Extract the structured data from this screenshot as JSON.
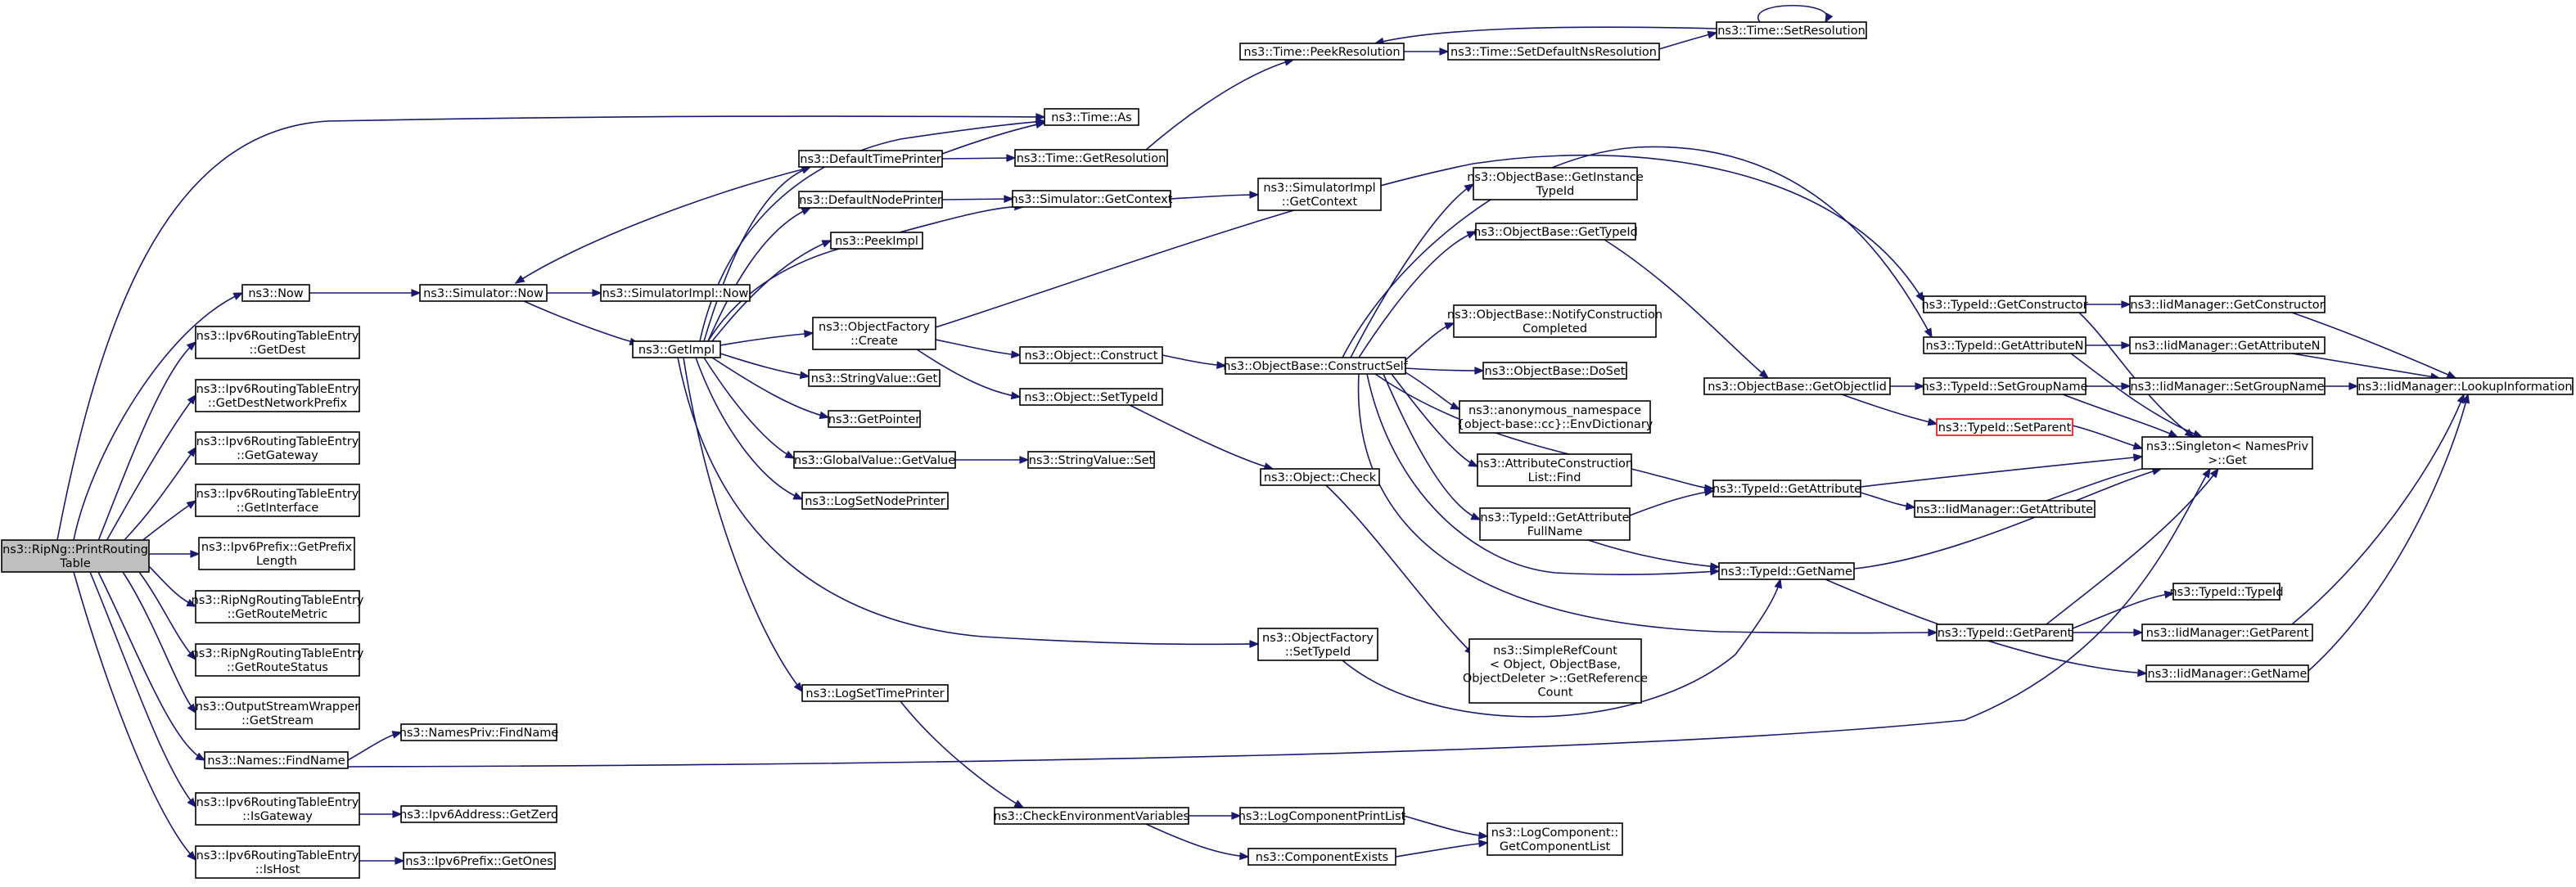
{
  "graph": {
    "nodes": [
      {
        "id": "root",
        "lines": [
          "ns3::RipNg::PrintRouting",
          "Table"
        ],
        "root": true
      },
      {
        "id": "now",
        "lines": [
          "ns3::Now"
        ]
      },
      {
        "id": "dest",
        "lines": [
          "ns3::Ipv6RoutingTableEntry",
          "::GetDest"
        ]
      },
      {
        "id": "destnp",
        "lines": [
          "ns3::Ipv6RoutingTableEntry",
          "::GetDestNetworkPrefix"
        ]
      },
      {
        "id": "gw",
        "lines": [
          "ns3::Ipv6RoutingTableEntry",
          "::GetGateway"
        ]
      },
      {
        "id": "iface",
        "lines": [
          "ns3::Ipv6RoutingTableEntry",
          "::GetInterface"
        ]
      },
      {
        "id": "pfxlen",
        "lines": [
          "ns3::Ipv6Prefix::GetPrefix",
          "Length"
        ]
      },
      {
        "id": "metric",
        "lines": [
          "ns3::RipNgRoutingTableEntry",
          "::GetRouteMetric"
        ]
      },
      {
        "id": "status",
        "lines": [
          "ns3::RipNgRoutingTableEntry",
          "::GetRouteStatus"
        ]
      },
      {
        "id": "osw",
        "lines": [
          "ns3::OutputStreamWrapper",
          "::GetStream"
        ]
      },
      {
        "id": "findname",
        "lines": [
          "ns3::Names::FindName"
        ]
      },
      {
        "id": "isgw",
        "lines": [
          "ns3::Ipv6RoutingTableEntry",
          "::IsGateway"
        ]
      },
      {
        "id": "ishost",
        "lines": [
          "ns3::Ipv6RoutingTableEntry",
          "::IsHost"
        ]
      },
      {
        "id": "npfind",
        "lines": [
          "ns3::NamesPriv::FindName"
        ]
      },
      {
        "id": "getzero",
        "lines": [
          "ns3::Ipv6Address::GetZero"
        ]
      },
      {
        "id": "getones",
        "lines": [
          "ns3::Ipv6Prefix::GetOnes"
        ]
      },
      {
        "id": "simnow",
        "lines": [
          "ns3::Simulator::Now"
        ]
      },
      {
        "id": "simimplnow",
        "lines": [
          "ns3::SimulatorImpl::Now"
        ]
      },
      {
        "id": "getimpl",
        "lines": [
          "ns3::GetImpl"
        ]
      },
      {
        "id": "dtp",
        "lines": [
          "ns3::DefaultTimePrinter"
        ]
      },
      {
        "id": "dnp",
        "lines": [
          "ns3::DefaultNodePrinter"
        ]
      },
      {
        "id": "peekimpl",
        "lines": [
          "ns3::PeekImpl"
        ]
      },
      {
        "id": "ofcreate",
        "lines": [
          "ns3::ObjectFactory",
          "::Create"
        ]
      },
      {
        "id": "svget",
        "lines": [
          "ns3::StringValue::Get"
        ]
      },
      {
        "id": "getptr",
        "lines": [
          "ns3::GetPointer"
        ]
      },
      {
        "id": "gvget",
        "lines": [
          "ns3::GlobalValue::GetValue"
        ]
      },
      {
        "id": "lsnp",
        "lines": [
          "ns3::LogSetNodePrinter"
        ]
      },
      {
        "id": "lstp",
        "lines": [
          "ns3::LogSetTimePrinter"
        ]
      },
      {
        "id": "timeas",
        "lines": [
          "ns3::Time::As"
        ]
      },
      {
        "id": "timegetres",
        "lines": [
          "ns3::Time::GetResolution"
        ]
      },
      {
        "id": "simgetctx",
        "lines": [
          "ns3::Simulator::GetContext"
        ]
      },
      {
        "id": "objconstruct",
        "lines": [
          "ns3::Object::Construct"
        ]
      },
      {
        "id": "objsettid",
        "lines": [
          "ns3::Object::SetTypeId"
        ]
      },
      {
        "id": "svset",
        "lines": [
          "ns3::StringValue::Set"
        ]
      },
      {
        "id": "checkenv",
        "lines": [
          "ns3::CheckEnvironmentVariables"
        ]
      },
      {
        "id": "peekres",
        "lines": [
          "ns3::Time::PeekResolution"
        ]
      },
      {
        "id": "setdefns",
        "lines": [
          "ns3::Time::SetDefaultNsResolution"
        ]
      },
      {
        "id": "setres",
        "lines": [
          "ns3::Time::SetResolution"
        ]
      },
      {
        "id": "simimplctx",
        "lines": [
          "ns3::SimulatorImpl",
          "::GetContext"
        ]
      },
      {
        "id": "objcheck",
        "lines": [
          "ns3::Object::Check"
        ]
      },
      {
        "id": "ofsettid",
        "lines": [
          "ns3::ObjectFactory",
          "::SetTypeId"
        ]
      },
      {
        "id": "lcpl",
        "lines": [
          "ns3::LogComponentPrintList"
        ]
      },
      {
        "id": "compexists",
        "lines": [
          "ns3::ComponentExists"
        ]
      },
      {
        "id": "lcgetlist",
        "lines": [
          "ns3::LogComponent::",
          "GetComponentList"
        ]
      },
      {
        "id": "obconstructself",
        "lines": [
          "ns3::ObjectBase::ConstructSelf"
        ]
      },
      {
        "id": "obgetinst",
        "lines": [
          "ns3::ObjectBase::GetInstance",
          "TypeId"
        ]
      },
      {
        "id": "obgettid",
        "lines": [
          "ns3::ObjectBase::GetTypeId"
        ]
      },
      {
        "id": "obnotify",
        "lines": [
          "ns3::ObjectBase::NotifyConstruction",
          "Completed"
        ]
      },
      {
        "id": "obdoset",
        "lines": [
          "ns3::ObjectBase::DoSet"
        ]
      },
      {
        "id": "anon",
        "lines": [
          "ns3::anonymous_namespace",
          "{object-base::cc}::EnvDictionary"
        ]
      },
      {
        "id": "acfind",
        "lines": [
          "ns3::AttributeConstruction",
          "List::Find"
        ]
      },
      {
        "id": "tidgafn",
        "lines": [
          "ns3::TypeId::GetAttribute",
          "FullName"
        ]
      },
      {
        "id": "srccount",
        "lines": [
          "ns3::SimpleRefCount",
          "< Object, ObjectBase,",
          "ObjectDeleter >::GetReference",
          "Count"
        ]
      },
      {
        "id": "obgetoid",
        "lines": [
          "ns3::ObjectBase::GetObjectIid"
        ]
      },
      {
        "id": "tidgetattr",
        "lines": [
          "ns3::TypeId::GetAttribute"
        ]
      },
      {
        "id": "tidgetname",
        "lines": [
          "ns3::TypeId::GetName"
        ]
      },
      {
        "id": "tidgetctor",
        "lines": [
          "ns3::TypeId::GetConstructor"
        ]
      },
      {
        "id": "tidgetattrn",
        "lines": [
          "ns3::TypeId::GetAttributeN"
        ]
      },
      {
        "id": "tidsetgroup",
        "lines": [
          "ns3::TypeId::SetGroupName"
        ]
      },
      {
        "id": "tidsetparent",
        "lines": [
          "ns3::TypeId::SetParent"
        ],
        "highlight": true
      },
      {
        "id": "tidgetparent",
        "lines": [
          "ns3::TypeId::GetParent"
        ]
      },
      {
        "id": "iidgetattr",
        "lines": [
          "ns3::IidManager::GetAttribute"
        ]
      },
      {
        "id": "iidgetctor",
        "lines": [
          "ns3::IidManager::GetConstructor"
        ]
      },
      {
        "id": "iidgetattrn",
        "lines": [
          "ns3::IidManager::GetAttributeN"
        ]
      },
      {
        "id": "iidsetgroup",
        "lines": [
          "ns3::IidManager::SetGroupName"
        ]
      },
      {
        "id": "singleton",
        "lines": [
          "ns3::Singleton< NamesPriv",
          ">::Get"
        ]
      },
      {
        "id": "tidtid",
        "lines": [
          "ns3::TypeId::TypeId"
        ]
      },
      {
        "id": "iidgetparent",
        "lines": [
          "ns3::IidManager::GetParent"
        ]
      },
      {
        "id": "iidgetname",
        "lines": [
          "ns3::IidManager::GetName"
        ]
      },
      {
        "id": "iidlookup",
        "lines": [
          "ns3::IidManager::LookupInformation"
        ]
      }
    ]
  }
}
